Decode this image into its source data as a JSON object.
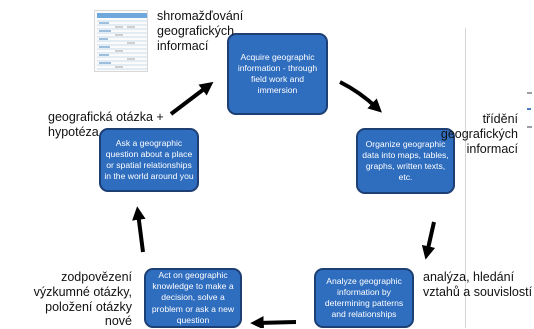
{
  "boxes": {
    "acquire": "Acquire geographic information - through field work and immersion",
    "organize": "Organize geographic data into maps, tables, graphs, written texts, etc.",
    "analyze": "Analyze geographic information by determining patterns and relationships",
    "act": "Act on geographic knowledge to make a decision, solve a problem or ask a new question",
    "ask": "Ask a geographic question about a place or spatial relationships in the world around you"
  },
  "labels": {
    "acquire_cz": "shromažďování geografických informací",
    "organize_cz": "třídění geografických informací",
    "analyze_cz": "analýza, hledání vztahů a souvislostí",
    "act_cz": "zodpovězení výzkumné otázky, položení otázky nové",
    "ask_cz": "geografická otázka + hypotéza"
  },
  "colors": {
    "box_fill": "#2f6dbf",
    "box_border": "#1d3f73",
    "arrow": "#000000"
  }
}
